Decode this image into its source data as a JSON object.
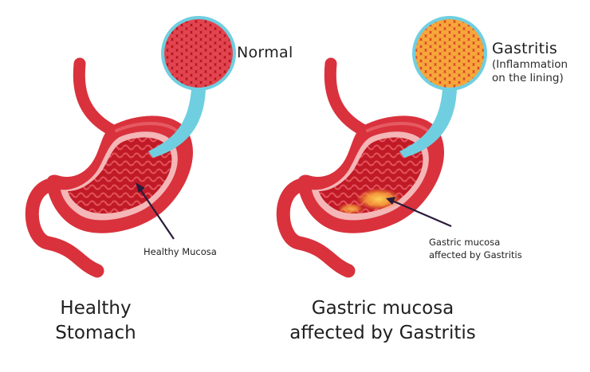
{
  "left_panel": {
    "zoom_label": "Normal",
    "arrow_label": "Healthy Mucosa",
    "caption_line1": "Healthy",
    "caption_line2": "Stomach"
  },
  "right_panel": {
    "zoom_label": "Gastritis",
    "zoom_sub_line1": "(Inflammation",
    "zoom_sub_line2": "on the lining)",
    "arrow_label_line1": "Gastric mucosa",
    "arrow_label_line2": "affected by Gastritis",
    "caption_line1": "Gastric mucosa",
    "caption_line2": "affected by Gastritis"
  },
  "colors": {
    "stomach_outer": "#d9323d",
    "stomach_inner": "#b5121f",
    "lining": "#f4b6b6",
    "zoom_ring": "#6fcfe0",
    "inflammation": "#f7b33c"
  }
}
